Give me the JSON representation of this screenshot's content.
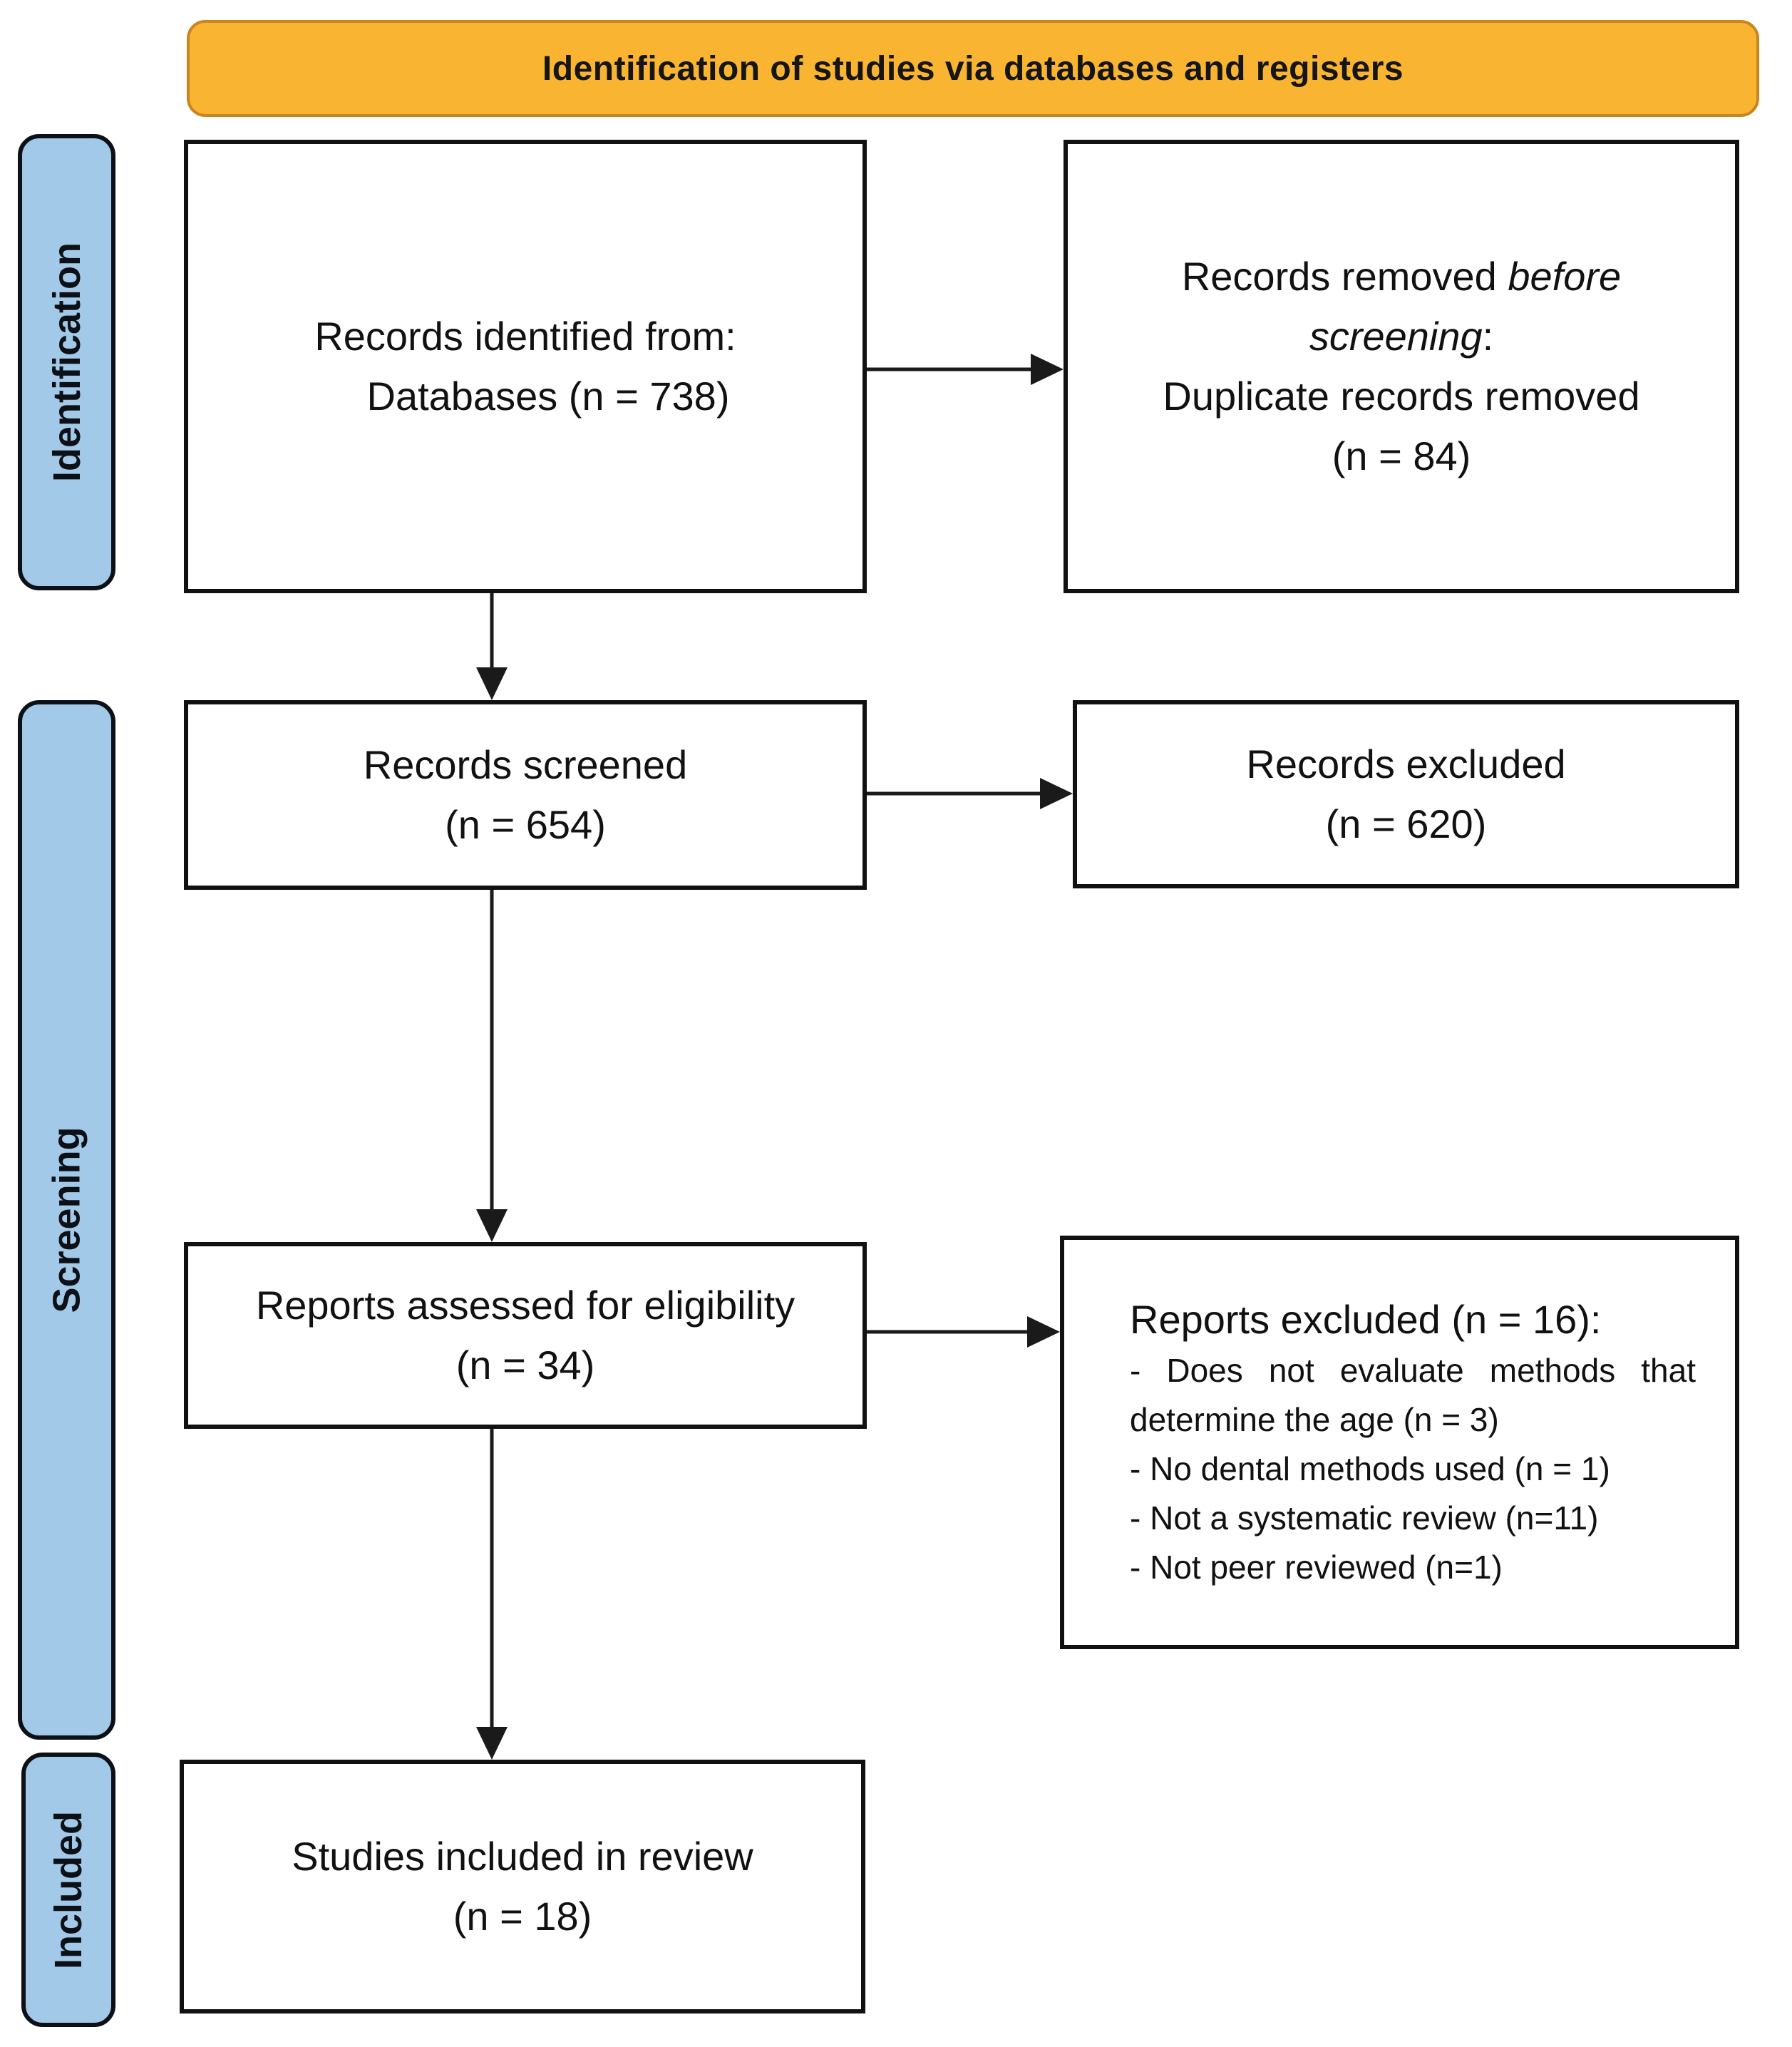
{
  "banner": {
    "title": "Identification of studies via databases and registers"
  },
  "stages": [
    {
      "id": "identification",
      "label": "Identification"
    },
    {
      "id": "screening",
      "label": "Screening"
    },
    {
      "id": "included",
      "label": "Included"
    }
  ],
  "boxes": {
    "records_identified": {
      "line1": "Records identified from:",
      "line2": "Databases (n = 738)"
    },
    "records_removed": {
      "line1_text": "Records removed ",
      "line1_italic": "before",
      "line2_italic": "screening",
      "line2_suffix": ":",
      "line3": "Duplicate records removed",
      "line4": "(n = 84)"
    },
    "records_screened": {
      "line1": "Records screened",
      "line2": "(n = 654)"
    },
    "records_excluded": {
      "line1": "Records excluded",
      "line2": "(n = 620)"
    },
    "reports_assessed": {
      "line1": "Reports assessed for eligibility",
      "line2": "(n = 34)"
    },
    "reports_excluded": {
      "heading": "Reports excluded (n = 16):",
      "reasons": [
        "- Does not evaluate methods that determine the age (n = 3)",
        "- No dental methods used (n = 1)",
        "- Not a systematic review (n=11)",
        "- Not peer reviewed (n=1)"
      ]
    },
    "studies_included": {
      "line1": "Studies included in review",
      "line2": "(n = 18)"
    }
  },
  "colors": {
    "banner_bg": "#F9B431",
    "banner_border": "#C9861E",
    "stage_bg": "#A3C9E8",
    "stage_border": "#0D1117",
    "box_border": "#111111",
    "text": "#111111",
    "arrow": "#1A1A1A",
    "page_bg": "#FFFFFF"
  }
}
